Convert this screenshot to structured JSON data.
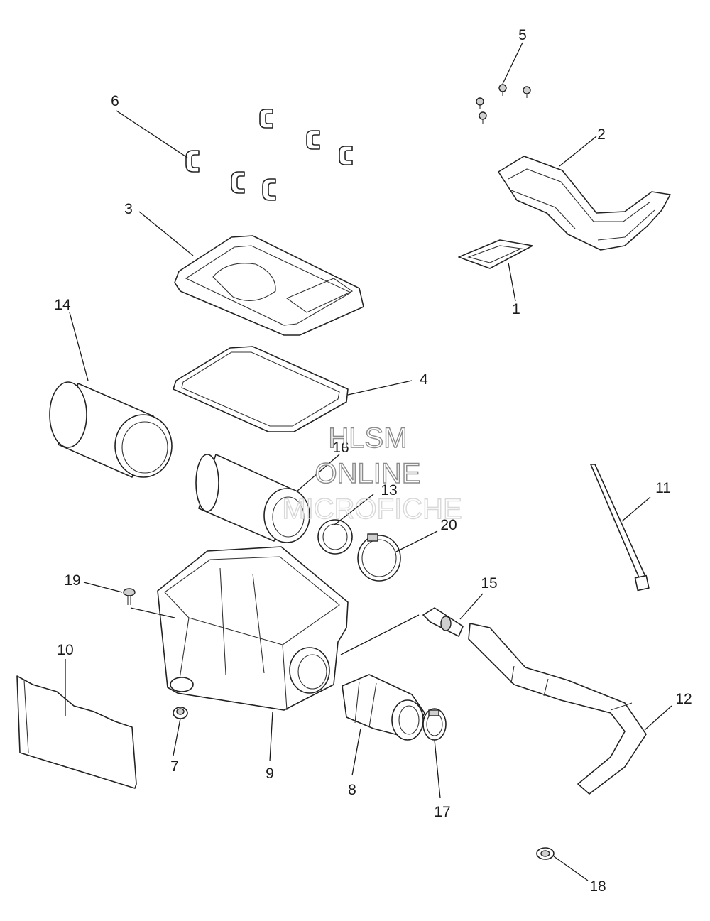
{
  "callouts": {
    "c1": "1",
    "c2": "2",
    "c3": "3",
    "c4": "4",
    "c5": "5",
    "c6": "6",
    "c7": "7",
    "c8": "8",
    "c9": "9",
    "c10": "10",
    "c11": "11",
    "c12": "12",
    "c13": "13",
    "c14": "14",
    "c15": "15",
    "c16": "16",
    "c17": "17",
    "c18": "18",
    "c19": "19",
    "c20": "20"
  },
  "watermark": {
    "line1": "HLSM",
    "line2": "ONLINE",
    "line3": "MICROFICHE"
  }
}
